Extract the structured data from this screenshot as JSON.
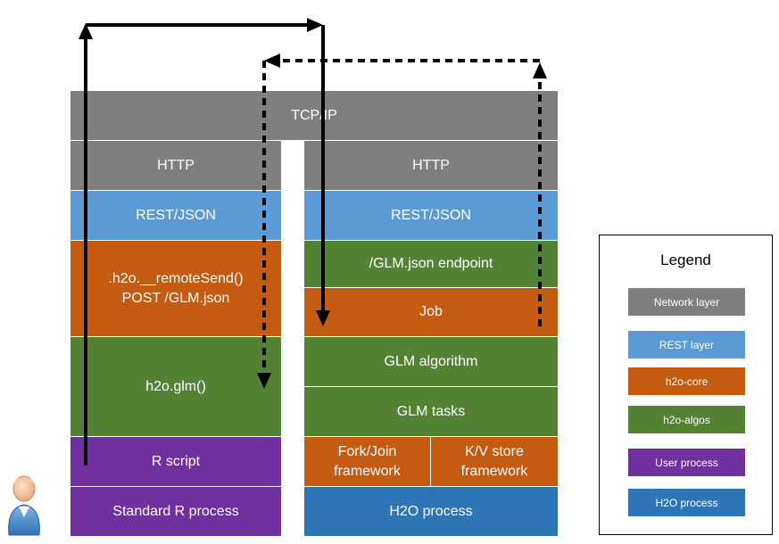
{
  "network": {
    "tcp_label": "TCP/IP"
  },
  "client_stack": {
    "http": "HTTP",
    "rest": "REST/JSON",
    "remote_send_line1": ".h2o.__remoteSend()",
    "remote_send_line2": "POST /GLM.json",
    "glm_call": "h2o.glm()",
    "r_script": "R script",
    "process": "Standard R process"
  },
  "server_stack": {
    "http": "HTTP",
    "rest": "REST/JSON",
    "endpoint": "/GLM.json endpoint",
    "job": "Job",
    "algorithm": "GLM algorithm",
    "tasks": "GLM tasks",
    "fork_join_line1": "Fork/Join",
    "fork_join_line2": "framework",
    "kv_store_line1": "K/V store",
    "kv_store_line2": "framework",
    "process": "H2O process"
  },
  "legend": {
    "title": "Legend",
    "items": [
      {
        "label": "Network layer",
        "color": "#7f7f7f"
      },
      {
        "label": "REST layer",
        "color": "#5b9bd5"
      },
      {
        "label": "h2o-core",
        "color": "#c55a11"
      },
      {
        "label": "h2o-algos",
        "color": "#548235"
      },
      {
        "label": "User process",
        "color": "#7030a0"
      },
      {
        "label": "H2O process",
        "color": "#2e75b6"
      }
    ]
  },
  "icons": {
    "user": "user-icon"
  }
}
